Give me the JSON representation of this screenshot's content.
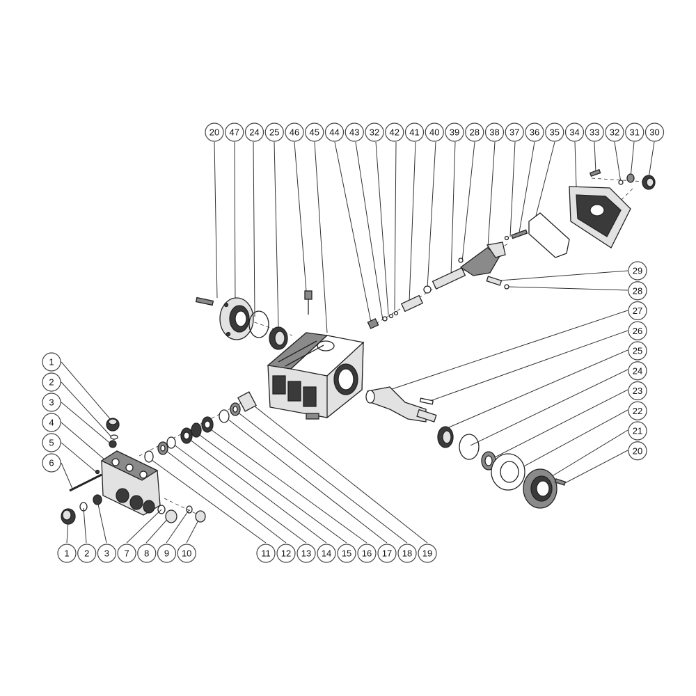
{
  "diagram": {
    "callouts_top": [
      "20",
      "47",
      "24",
      "25",
      "46",
      "45",
      "44",
      "43",
      "32",
      "42",
      "41",
      "40",
      "39",
      "28",
      "38",
      "37",
      "36",
      "35",
      "34",
      "33",
      "32",
      "31",
      "30"
    ],
    "callouts_right": [
      "29",
      "28",
      "27",
      "26",
      "25",
      "24",
      "23",
      "22",
      "21",
      "20"
    ],
    "callouts_left": [
      "1",
      "2",
      "3",
      "4",
      "5",
      "6"
    ],
    "callouts_bottom_left": [
      "1",
      "2",
      "3",
      "7",
      "8",
      "9",
      "10"
    ],
    "callouts_bottom_mid": [
      "11",
      "12",
      "13",
      "14",
      "15",
      "16",
      "17",
      "18",
      "19"
    ]
  }
}
